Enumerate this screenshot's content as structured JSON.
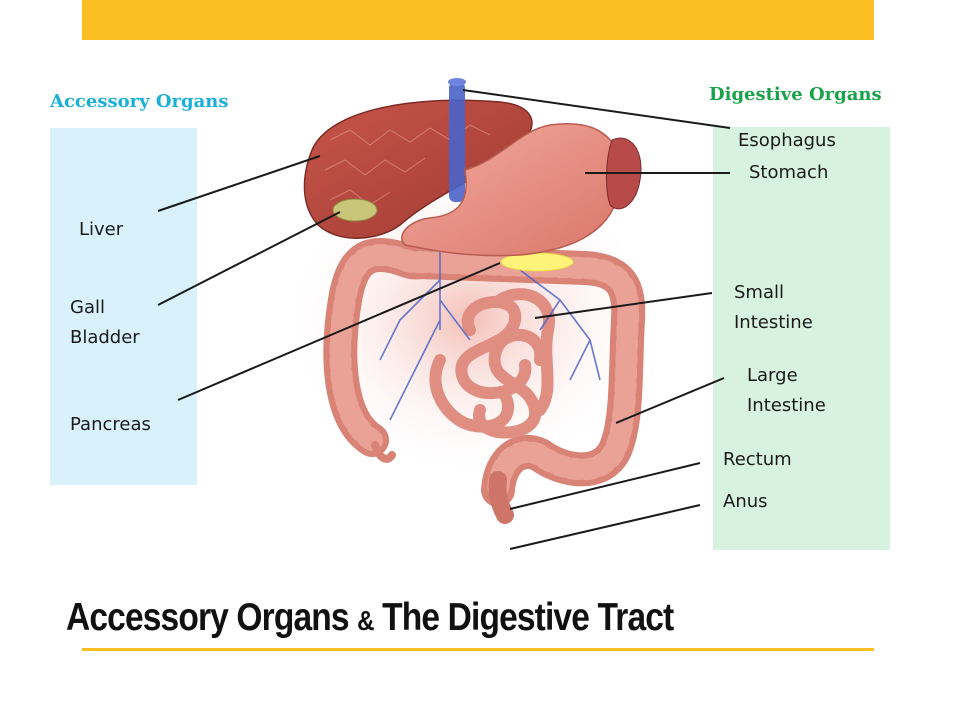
{
  "colors": {
    "accent": "#fbbf24",
    "accessory_panel": "#d9f1fb",
    "digestive_panel": "#d7f2df",
    "accessory_heading": "#1ab0d8",
    "digestive_heading": "#1aa24a"
  },
  "headings": {
    "accessory": "Accessory Organs",
    "digestive": "Digestive Organs"
  },
  "accessory_labels": [
    {
      "id": "liver",
      "lines": [
        "Liver"
      ]
    },
    {
      "id": "gallbladder",
      "lines": [
        "Gall",
        "Bladder"
      ]
    },
    {
      "id": "pancreas",
      "lines": [
        "Pancreas"
      ]
    }
  ],
  "digestive_labels": [
    {
      "id": "esophagus",
      "lines": [
        "Esophagus"
      ]
    },
    {
      "id": "stomach",
      "lines": [
        "Stomach"
      ]
    },
    {
      "id": "small-intestine",
      "lines": [
        "Small",
        "Intestine"
      ]
    },
    {
      "id": "large-intestine",
      "lines": [
        "Large",
        "Intestine"
      ]
    },
    {
      "id": "rectum",
      "lines": [
        "Rectum"
      ]
    },
    {
      "id": "anus",
      "lines": [
        "Anus"
      ]
    }
  ],
  "title": {
    "part1": "Accessory Organs ",
    "amp": "&",
    "part2": " The Digestive Tract"
  }
}
